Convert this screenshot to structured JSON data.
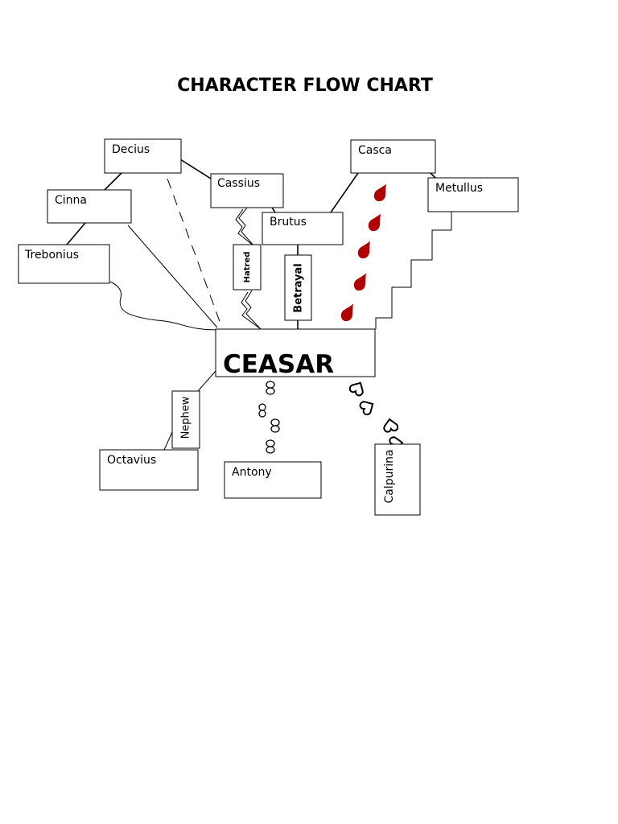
{
  "title": "CHARACTER FLOW CHART",
  "nodes": {
    "decius": "Decius",
    "cinna": "Cinna",
    "trebonius": "Trebonius",
    "cassius": "Cassius",
    "brutus": "Brutus",
    "casca": "Casca",
    "metullus": "Metullus",
    "ceasar": "CEASAR",
    "octavius": "Octavius",
    "antony": "Antony",
    "calpurina": "Calpurina"
  },
  "links": {
    "hatred": "Hatred",
    "betrayal": "Betrayal",
    "nephew": "Nephew"
  },
  "colors": {
    "blood": "#b00000",
    "line": "#000000"
  },
  "icons": {
    "blood-drop": "blood-drop-icon",
    "heart": "heart-icon",
    "infinity": "infinity-icon",
    "lightning": "lightning-icon"
  }
}
